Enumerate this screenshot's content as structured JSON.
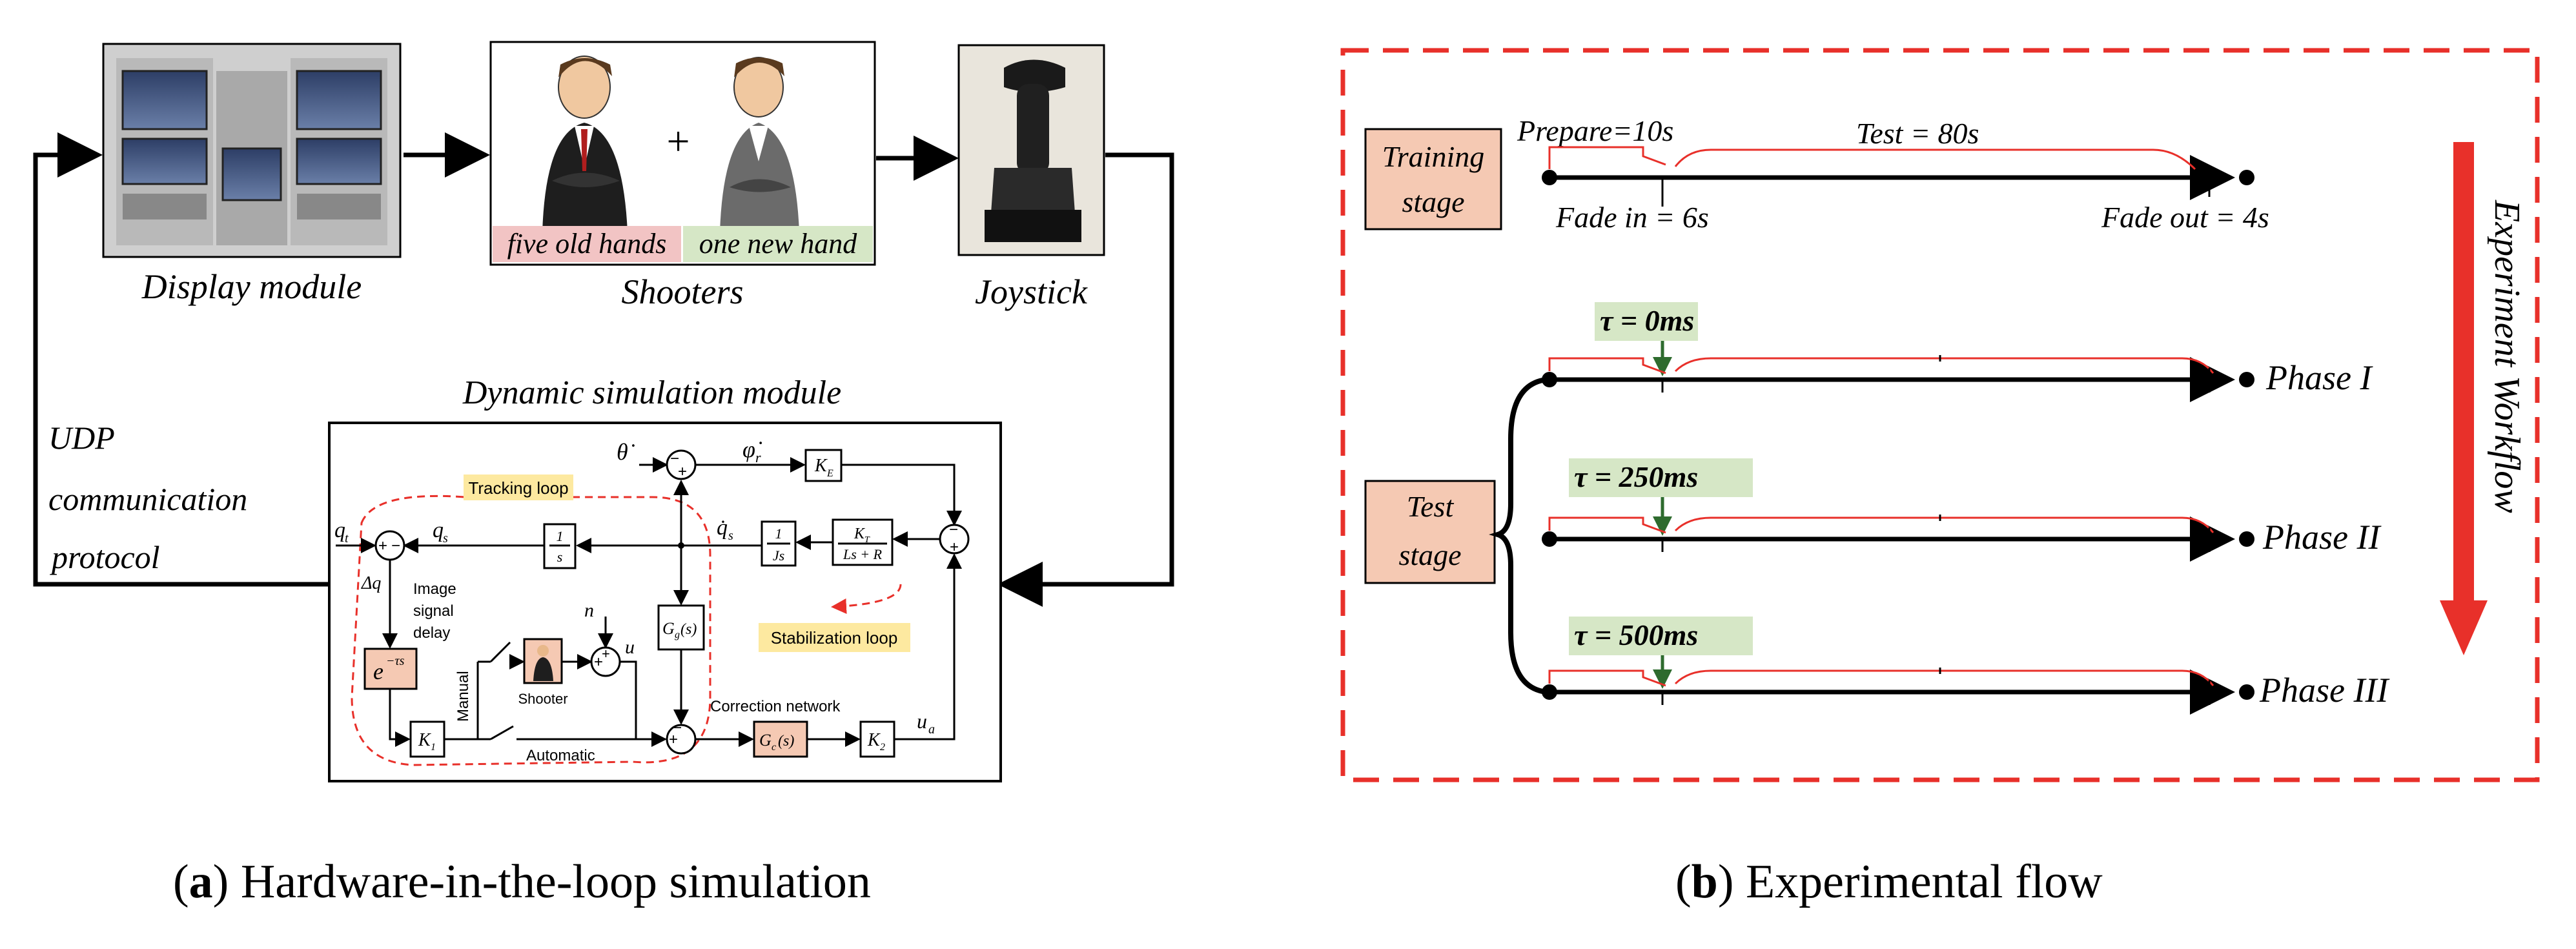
{
  "panel_a": {
    "caption_letter": "a",
    "caption_text": "Hardware-in-the-loop simulation",
    "display_label": "Display module",
    "shooters_label": "Shooters",
    "joystick_label": "Joystick",
    "old_hands": "five  old  hands",
    "new_hand": "one  new  hand",
    "plus": "+",
    "dynamic_title": "Dynamic simulation module",
    "udp_1": "UDP",
    "udp_2": "communication",
    "udp_3": "protocol",
    "tracking_loop": "Tracking loop",
    "stabilization_loop": "Stabilization loop",
    "image_delay_1": "Image",
    "image_delay_2": "signal",
    "image_delay_3": "delay",
    "manual": "Manual",
    "automatic": "Automatic",
    "shooter": "Shooter",
    "correction_network": "Correction network",
    "sym_qt": "q",
    "sym_qt_sub": "t",
    "sym_qs": "q",
    "sym_qs_sub": "s",
    "sym_dq": "Δq",
    "sym_theta": "θ̇",
    "sym_phi": "φ̇",
    "sym_phi_sub": "r",
    "sym_qsdot": "q̇",
    "sym_qsdot_sub": "s",
    "sym_n": "n",
    "sym_u": "u",
    "sym_ua": "u",
    "sym_ua_sub": "a",
    "blk_KE": "K",
    "blk_KE_sub": "E",
    "blk_one": "1",
    "blk_s": "s",
    "blk_Js": "Js",
    "blk_KT": "K",
    "blk_KT_sub": "T",
    "blk_LsR": "Ls + R",
    "blk_Gg": "G",
    "blk_Gg_sub": "g",
    "blk_Gg_arg": "(s)",
    "blk_delay": "e",
    "blk_delay_exp": "−τs",
    "blk_K1": "K",
    "blk_K1_sub": "1",
    "blk_Gc": "G",
    "blk_Gc_sub": "c",
    "blk_Gc_arg": "(s)",
    "blk_K2": "K",
    "blk_K2_sub": "2",
    "minus": "−",
    "plus_small": "+"
  },
  "panel_b": {
    "caption_letter": "b",
    "caption_text": "Experimental flow",
    "training_stage_1": "Training",
    "training_stage_2": "stage",
    "prepare": "Prepare=10s",
    "test_time": "Test = 80s",
    "fade_in": "Fade   in = 6s",
    "fade_out": "Fade   out = 4s",
    "test_stage_1": "Test",
    "test_stage_2": "stage",
    "workflow": "Experiment Workflow",
    "phases": [
      {
        "tau": "τ = 0ms",
        "label": "Phase  I"
      },
      {
        "tau": "τ = 250ms",
        "label": "Phase  II"
      },
      {
        "tau": "τ = 500ms",
        "label": "Phase  III"
      }
    ]
  },
  "colors": {
    "salmon": "#f5c9b3",
    "pink": "#f2c4c4",
    "green_label": "#d6e7c6",
    "yellow_label": "#fde9a0",
    "red_dash": "#e8302a",
    "arrow_green": "#2e6b2e"
  }
}
